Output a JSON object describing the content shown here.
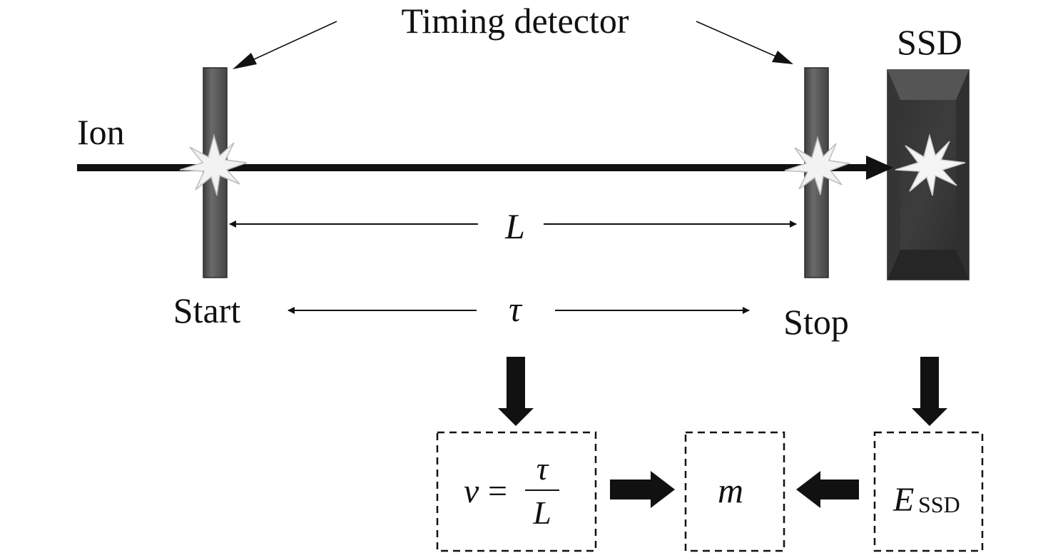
{
  "labels": {
    "timing_detector": "Timing detector",
    "ssd": "SSD",
    "ion": "Ion",
    "start": "Start",
    "stop": "Stop",
    "length_symbol": "L",
    "time_symbol": "τ"
  },
  "formula_boxes": {
    "velocity": {
      "lhs": "v",
      "equals": "=",
      "numerator": "τ",
      "denominator": "L"
    },
    "mass": {
      "symbol": "m"
    },
    "energy": {
      "symbol": "E",
      "subscript": "SSD"
    }
  },
  "colors": {
    "detector_fill": "#5a5a5a",
    "ssd_fill": "#3c3c3c",
    "line": "#111111",
    "burst": "#f2f2f2"
  }
}
